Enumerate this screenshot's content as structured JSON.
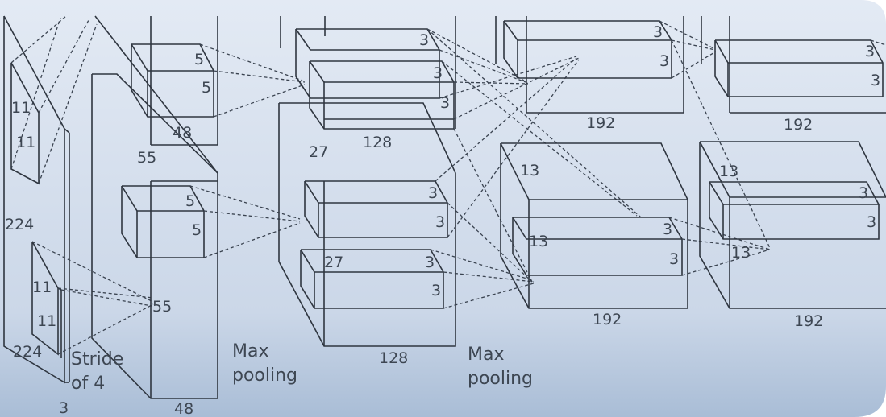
{
  "labels": {
    "input_top_kernel_w": "11",
    "input_top_kernel_h": "11",
    "input_height": "224",
    "input_bottom_kernel_w": "11",
    "input_bottom_kernel_h": "11",
    "input_width": "224",
    "stride_line1": "Stride",
    "stride_line2": "of 4",
    "input_depth": "3",
    "l1_top_kernel_a": "5",
    "l1_top_kernel_b": "5",
    "l1_top_depth": "48",
    "l1_size_a": "55",
    "l1_bottom_kernel_a": "5",
    "l1_bottom_kernel_b": "5",
    "l1_size_b": "55",
    "l1_bottom_depth": "48",
    "pool1_line1": "Max",
    "pool1_line2": "pooling",
    "l2_k1": "3",
    "l2_k2": "3",
    "l2_k3": "3",
    "l2_top_depth": "128",
    "l2_size_a": "27",
    "l2_k4": "3",
    "l2_k5": "3",
    "l2_size_b": "27",
    "l2_k6": "3",
    "l2_k7": "3",
    "l2_bottom_depth": "128",
    "pool2_line1": "Max",
    "pool2_line2": "pooling",
    "l3_top_k1": "3",
    "l3_top_k2": "3",
    "l3_top_depth": "192",
    "l3_size_a": "13",
    "l3_size_b": "13",
    "l3_bottom_k1": "3",
    "l3_bottom_k2": "3",
    "l3_bottom_depth": "192",
    "l4_top_k1": "3",
    "l4_top_k2": "3",
    "l4_top_depth": "192",
    "l4_size_a": "13",
    "l4_k1": "3",
    "l4_k2": "3",
    "l4_size_b": "13",
    "l4_bottom_depth": "192"
  },
  "colors": {
    "background_light": "#dfe7f2",
    "background_dark": "#a9bdd6",
    "line": "#2f3640",
    "text": "#3d4652"
  }
}
